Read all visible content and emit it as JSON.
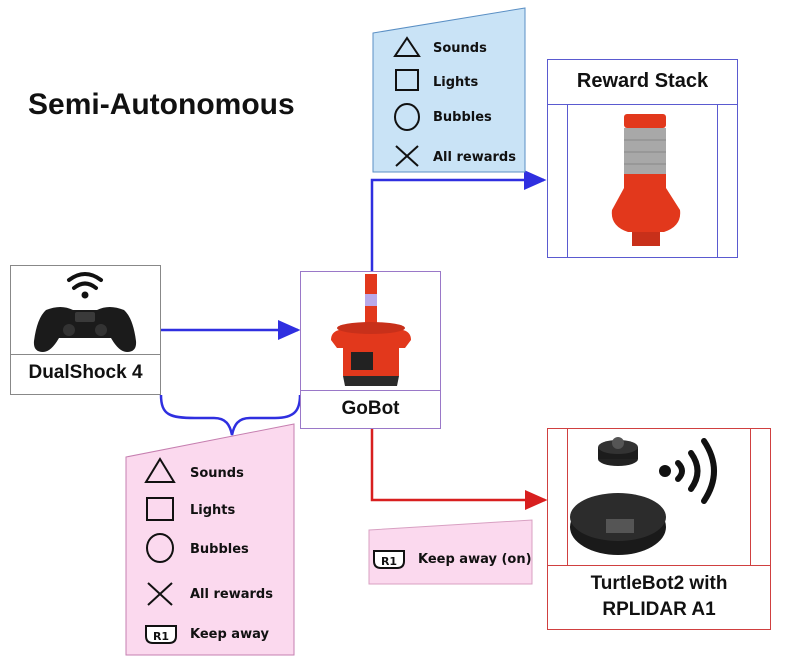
{
  "title": "Semi-Autonomous",
  "nodes": {
    "controller": {
      "label": "DualShock 4"
    },
    "gobot": {
      "label": "GoBot"
    },
    "reward_stack": {
      "label": "Reward Stack"
    },
    "turtlebot": {
      "label_line1": "TurtleBot2 with",
      "label_line2": "RPLIDAR A1"
    }
  },
  "legend_blue": {
    "items": [
      {
        "icon": "triangle-icon",
        "label": "Sounds"
      },
      {
        "icon": "square-icon",
        "label": "Lights"
      },
      {
        "icon": "circle-icon",
        "label": "Bubbles"
      },
      {
        "icon": "cross-icon",
        "label": "All rewards"
      }
    ]
  },
  "legend_pink": {
    "items": [
      {
        "icon": "triangle-icon",
        "label": "Sounds"
      },
      {
        "icon": "square-icon",
        "label": "Lights"
      },
      {
        "icon": "circle-icon",
        "label": "Bubbles"
      },
      {
        "icon": "cross-icon",
        "label": "All rewards"
      },
      {
        "icon": "r1-button-icon",
        "label": "Keep away",
        "badge": "R1"
      }
    ]
  },
  "legend_turtle": {
    "items": [
      {
        "icon": "r1-button-icon",
        "label": "Keep away  (on)",
        "badge": "R1"
      }
    ]
  },
  "colors": {
    "blue_arrow": "#2f2fe0",
    "red_arrow": "#d81f1f",
    "pink_fill": "#fbd9ee",
    "blue_fill": "#c9e3f6",
    "robot_red": "#e2381c"
  }
}
